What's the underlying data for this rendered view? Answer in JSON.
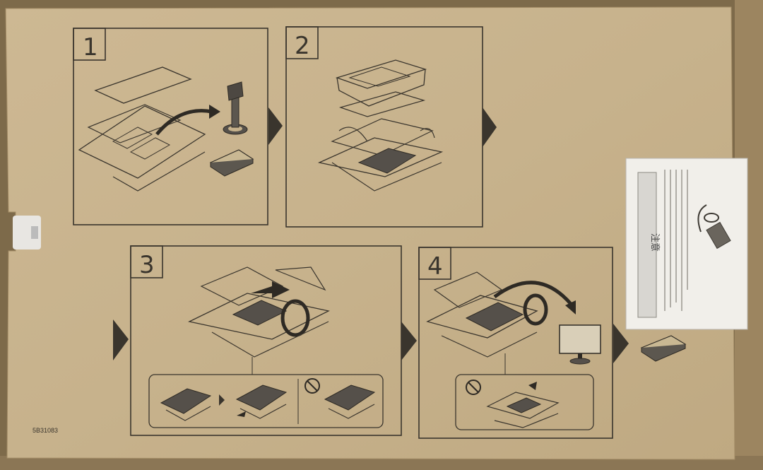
{
  "steps": [
    {
      "number": "1"
    },
    {
      "number": "2"
    },
    {
      "number": "3"
    },
    {
      "number": "4"
    }
  ],
  "code_label": "5B31083",
  "caution_label": "注意",
  "colors": {
    "cardboard": "#c8b48f",
    "ink": "#3a352d",
    "paper": "#f1efea"
  }
}
